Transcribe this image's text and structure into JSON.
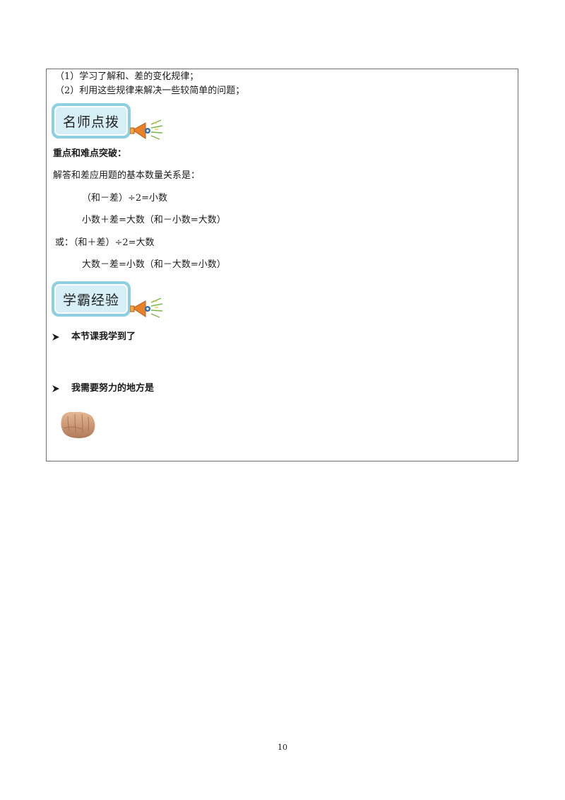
{
  "intro": {
    "line1": "（1）学习了解和、差的变化规律；",
    "line2": "（2）利用这些规律来解决一些较简单的问题；"
  },
  "section1": {
    "badge_label": "名师点拨",
    "heading": "重点和难点突破：",
    "intro": "解答和差应用题的基本数量关系是：",
    "formula1": "（和－差）÷2=小数",
    "formula2": "小数＋差=大数（和－小数=大数）",
    "formula3": "或：（和＋差）÷2=大数",
    "formula4": "大数－差=小数（和－大数=小数）"
  },
  "section2": {
    "badge_label": "学霸经验",
    "bullet1": "本节课我学到了",
    "bullet2": "我需要努力的地方是"
  },
  "icons": {
    "badge_icon": "megaphone-icon",
    "bullet_icon": "arrowhead-bullet-icon",
    "closing_icon": "fist-icon"
  },
  "colors": {
    "badge_outer": "#8fd0e0",
    "badge_inner": "#d6eef5",
    "frame_border": "#6e6e6e"
  },
  "footer": {
    "page_number": "10"
  }
}
